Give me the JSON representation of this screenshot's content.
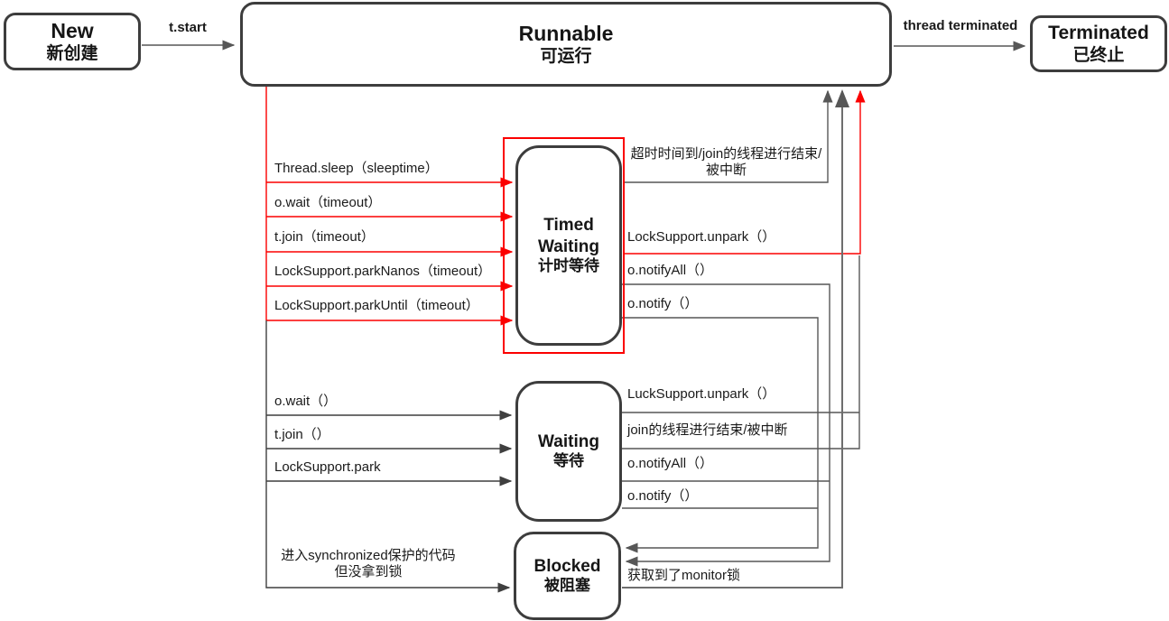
{
  "diagram": {
    "colors": {
      "red_accent": "#fb0000",
      "box_border": "#3d3d3d",
      "connector_gray": "#575757",
      "text": "#161616",
      "background": "#ffffff"
    },
    "nodes": {
      "new": {
        "title": "New",
        "subtitle": "新创建"
      },
      "runnable": {
        "title": "Runnable",
        "subtitle": "可运行"
      },
      "terminated": {
        "title": "Terminated",
        "subtitle": "已终止"
      },
      "timed_waiting": {
        "title_line1": "Timed",
        "title_line2": "Waiting",
        "subtitle": "计时等待"
      },
      "waiting": {
        "title": "Waiting",
        "subtitle": "等待"
      },
      "blocked": {
        "title": "Blocked",
        "subtitle": "被阻塞"
      }
    },
    "edges": {
      "t_start": "t.start",
      "thread_terminated": "thread terminated",
      "thread_sleep": "Thread.sleep（sleeptime）",
      "o_wait_timeout": "o.wait（timeout）",
      "t_join_timeout": "t.join（timeout）",
      "lock_support_park_nanos": "LockSupport.parkNanos（timeout）",
      "lock_support_park_until": "LockSupport.parkUntil（timeout）",
      "timeout_or_join_end_line1": "超时时间到/join的线程进行结束/",
      "timeout_or_join_end_line2": "被中断",
      "lock_support_unpark": "LockSupport.unpark（）",
      "o_notify_all_timed": "o.notifyAll（）",
      "o_notify_timed": "o.notify（）",
      "o_wait": "o.wait（）",
      "t_join": "t.join（）",
      "lock_support_park": "LockSupport.park",
      "luck_support_unpark": "LuckSupport.unpark（）",
      "join_thread_end": "join的线程进行结束/被中断",
      "o_notify_all_waiting": "o.notifyAll（）",
      "o_notify_waiting": "o.notify（）",
      "enter_synchronized_line1": "进入synchronized保护的代码",
      "enter_synchronized_line2": "但没拿到锁",
      "acquired_monitor_lock": "获取到了monitor锁"
    }
  }
}
